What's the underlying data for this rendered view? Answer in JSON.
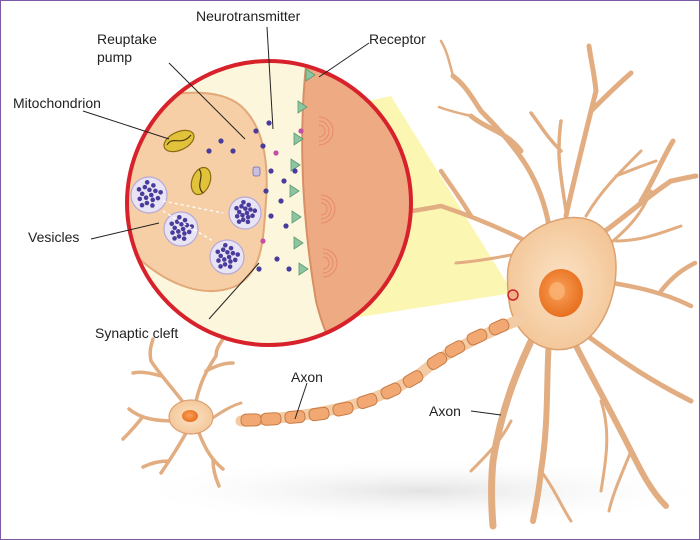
{
  "labels": {
    "neurotransmitter": "Neurotransmitter",
    "reuptake_line1": "Reuptake",
    "reuptake_line2": "pump",
    "receptor": "Receptor",
    "mitochondrion": "Mitochondrion",
    "vesicles": "Vesicles",
    "synaptic_cleft": "Synaptic cleft",
    "axon_small": "Axon",
    "axon_large": "Axon"
  },
  "colors": {
    "frame": "#7a5aa6",
    "neuron_fill": "#f7d3ad",
    "neuron_stroke": "#d79a6f",
    "postsynaptic": "#eeaa82",
    "nucleus": "#ef7d2e",
    "magnifier_ring": "#d8222b",
    "magnifier_bg": "#fcf6dc",
    "beam": "#fbf5a6",
    "vesicle": "#e9e4f4",
    "neurotransmitter": "#4a3c9c",
    "receptor": "#8ec5a1",
    "mitochondrion": "#e2c23a"
  }
}
